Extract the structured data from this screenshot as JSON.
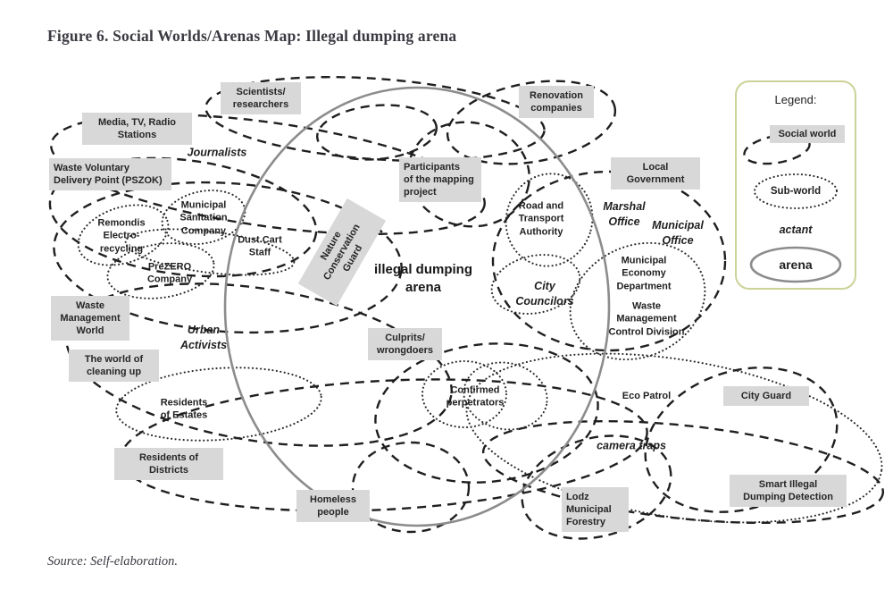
{
  "figure": {
    "title": "Figure 6. Social Worlds/Arenas Map: Illegal dumping arena",
    "source": "Source: Self-elaboration."
  },
  "arena": {
    "label": "illegal dumping\narena"
  },
  "legend": {
    "title": "Legend:",
    "social_world": "Social world",
    "sub_world": "Sub-world",
    "actant": "actant",
    "arena": "arena"
  },
  "colors": {
    "label_box_bg": "#d8d8d8",
    "label_text": "#262626",
    "dashed_stroke": "#1f1f1f",
    "dotted_stroke": "#2a2a2a",
    "arena_stroke": "#8c8c8c",
    "legend_border": "#ccd298",
    "title_color": "#3a3a42"
  },
  "labels": {
    "scientists": "Scientists/\nresearchers",
    "media": "Media, TV, Radio\nStations",
    "pszok": "Waste Voluntary\nDelivery Point (PSZOK)",
    "waste_world": "Waste\nManagement\nWorld",
    "cleaning": "The world of\ncleaning up",
    "districts": "Residents of\nDistricts",
    "homeless": "Homeless\npeople",
    "culprits": "Culprits/\nwrongdoers",
    "participants": "Participants\nof the mapping\nproject",
    "nature_guard": "Nature\nConservation\nGuard",
    "renovation": "Renovation\ncompanies",
    "local_gov": "Local\nGovernment",
    "city_guard": "City Guard",
    "lodz": "Lodz\nMunicipal\nForestry",
    "smart": "Smart Illegal\nDumping Detection"
  },
  "subworlds": {
    "remondis": "Remondis\nElectro-\nrecycling",
    "sanitation": "Municipal\nSanitation\nCompany",
    "dustcart": "Dust Cart\nStaff",
    "prezero": "PreZERO\nCompany",
    "road": "Road and\nTransport\nAuthority",
    "econ": "Municipal\nEconomy\nDepartment",
    "control": "Waste\nManagement\nControl Division",
    "confirmed": "Confirmed\nperpetrators",
    "eco": "Eco Patrol",
    "estates": "Residents\nof Estates"
  },
  "actants": {
    "journalists": "Journalists",
    "urban": "Urban\nActivists",
    "marshal": "Marshal\nOffice",
    "mun_office": "Municipal\nOffice",
    "councilors": "City\nCouncilors",
    "camera": "camera traps"
  }
}
